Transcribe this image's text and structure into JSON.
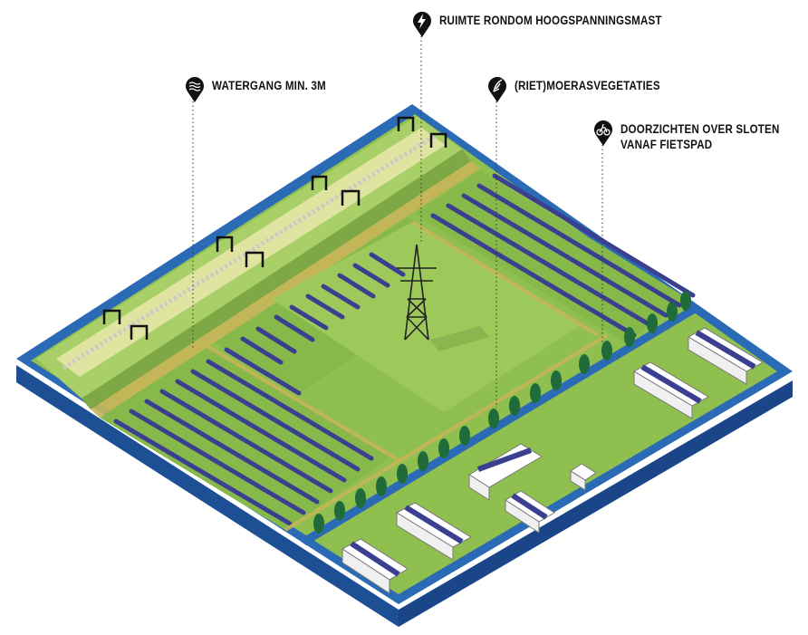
{
  "callouts": {
    "watergang": {
      "label": "WATERGANG MIN. 3M",
      "icon": "water-waves-icon"
    },
    "mast": {
      "label": "RUIMTE RONDOM HOOGSPANNINGSMAST",
      "icon": "lightning-bolt-icon"
    },
    "riet": {
      "label": "(RIET)MOERASVEGETATIES",
      "icon": "reed-leaf-icon"
    },
    "doorzicht": {
      "lines": [
        "DOORZICHTEN OVER SLOTEN",
        "VANAF FIETSPAD"
      ],
      "icon": "bicycle-icon"
    }
  },
  "colors": {
    "grass": "#8fbf4e",
    "grass_light": "#a9cf68",
    "grass_dark": "#6f9d3c",
    "water": "#2b6bb6",
    "water_side": "#1d4f95",
    "solar_panel": "#3b3f8f",
    "dike_path": "#dfe5a0",
    "tree": "#1f6b3a",
    "pin": "#111111"
  }
}
